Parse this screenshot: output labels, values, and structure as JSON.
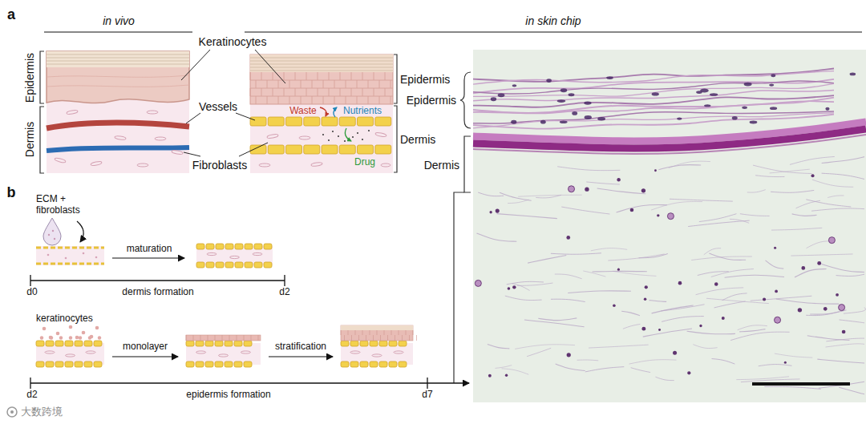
{
  "diagram": {
    "labels": [
      "a",
      "in vivo",
      "in skin chip",
      "Epidermis",
      "Keratinocytes",
      "Dermis",
      "Vessels",
      "Waste",
      "Nutrients",
      "Epidermis",
      "Epidermis",
      "Drug",
      "Dermis",
      "Fibroblasts",
      "Dermis",
      "b",
      "ECM + fibroblasts",
      "maturation",
      "d0",
      "dermis formation",
      "d2",
      "keratinocytes",
      "monolayer",
      "stratification",
      "d2",
      "epidermis formation",
      "d7",
      "大数跨境"
    ]
  }
}
